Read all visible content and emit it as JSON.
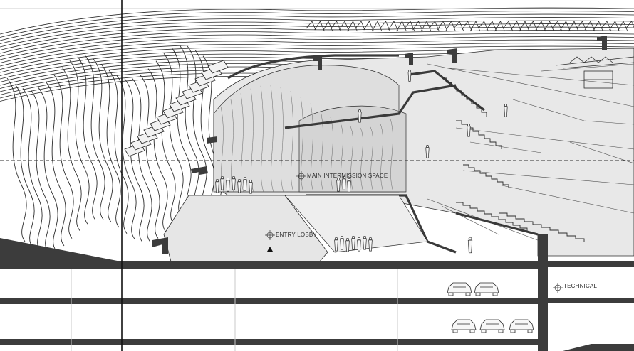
{
  "drawing": {
    "labels": {
      "main_intermission_space": "MAIN INTERMISSION SPACE",
      "entry_lobby": "ENTRY LOBBY",
      "technical": "TECHNICAL"
    },
    "colors": {
      "line": "#2b2b2b",
      "fill_light": "#e9e9e9",
      "fill_mid": "#dcdcdc",
      "slab": "#3c3c3c",
      "background": "#ffffff"
    },
    "icons": [
      "section-marker-icon",
      "north-arrow-icon",
      "person-figure-icon",
      "car-icon"
    ]
  }
}
